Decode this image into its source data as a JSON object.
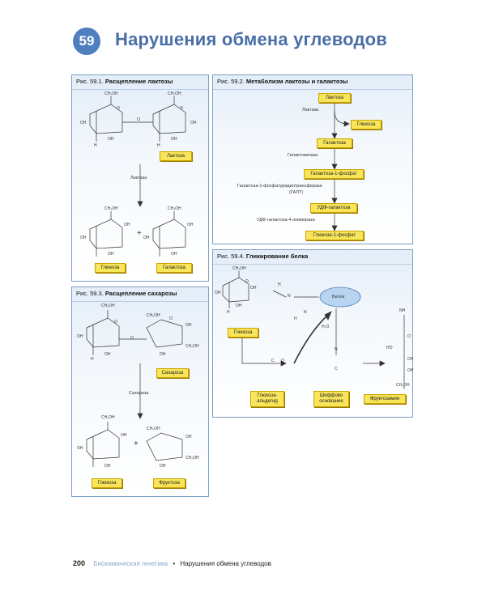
{
  "header": {
    "number": "59",
    "title": "Нарушения обмена углеводов"
  },
  "fig1": {
    "title_num": "Рис. 59.1.",
    "title_text": "Расщепление лактозы",
    "lactose_label": "Лактоза",
    "enzyme": "Лактаза",
    "glucose_label": "Глюкоза",
    "galactose_label": "Галактоза",
    "plus": "+",
    "atoms": {
      "ch2oh": "CH₂OH",
      "oh": "OH",
      "h": "H",
      "o": "O"
    }
  },
  "fig2": {
    "title_num": "Рис. 59.2.",
    "title_text": "Метаболизм лактозы и галактозы",
    "lactose": "Лактоза",
    "lactase": "Лактаза",
    "glucose": "Глюкоза",
    "galactose": "Галактоза",
    "galactokinase": "Галактокиназа",
    "gal1p": "Галактоза-1-фосфат",
    "galt_1": "Галактоза-1-фосфатуридилтрансфераза",
    "galt_2": "(ГАЛТ)",
    "udp_gal": "УДФ-галактоза",
    "epimerase": "УДФ-галактоза-4-эпимераза",
    "glc1p": "Глюкоза-1-фосфат"
  },
  "fig3": {
    "title_num": "Рис. 59.3.",
    "title_text": "Расщепление сахарозы",
    "sucrose_label": "Сахароза",
    "enzyme": "Сахараза",
    "glucose_label": "Глюкоза",
    "fructose_label": "Фруктоза",
    "plus": "+"
  },
  "fig4": {
    "title_num": "Рис. 59.4.",
    "title_text": "Гликирование белка",
    "protein": "Белок",
    "glucose": "Глюкоза",
    "water": "H₂O",
    "aldehyde_1": "Глюкоза-",
    "aldehyde_2": "альдегид",
    "schiff_1": "Шиффово",
    "schiff_2": "основание",
    "fructosamine": "Фруктозамин",
    "atoms": {
      "n": "N",
      "nh": "NH",
      "c": "C",
      "h": "H",
      "o": "O",
      "oh": "OH",
      "ho": "HO",
      "ch2oh": "CH₂OH"
    }
  },
  "footer": {
    "page": "200",
    "section": "Биохимическая генетика",
    "bullet": "•",
    "chapter": "Нарушения обмена углеводов"
  },
  "colors": {
    "accent": "#4f7fbf",
    "box": "#f8e55a",
    "panel_border": "#7d9fc4"
  }
}
